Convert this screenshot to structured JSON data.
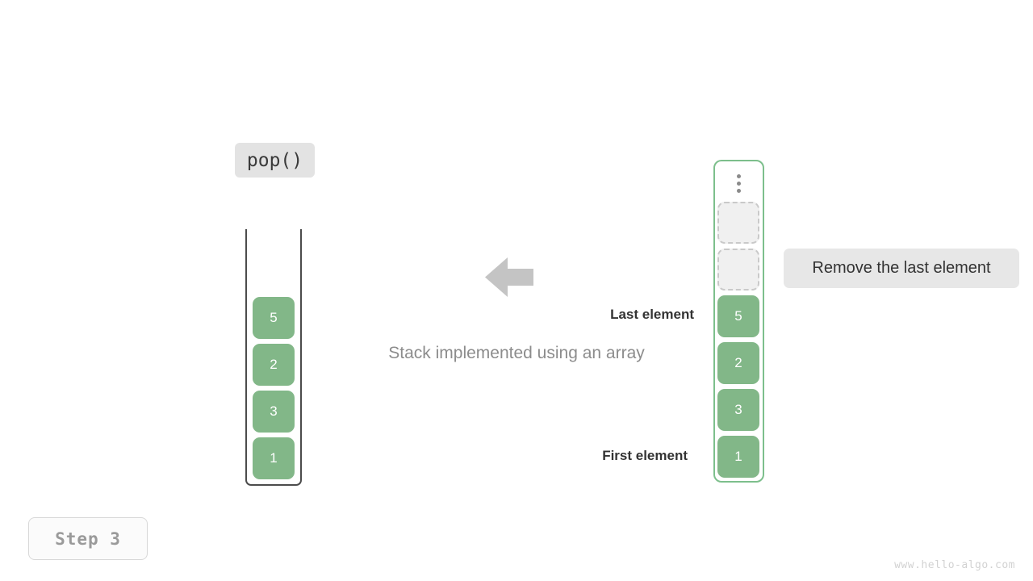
{
  "operation": {
    "label": "pop()"
  },
  "stack": {
    "title": "stack-container",
    "items": [
      {
        "value": "1"
      },
      {
        "value": "3"
      },
      {
        "value": "2"
      },
      {
        "value": "5"
      }
    ]
  },
  "arrow": {
    "icon": "arrow-left-icon",
    "color": "#c4c4c4"
  },
  "caption": {
    "text": "Stack implemented using an array"
  },
  "annotations": {
    "last_element": "Last element",
    "first_element": "First element"
  },
  "array": {
    "ellipsis_icon": "vertical-ellipsis-icon",
    "empty_slots": 2,
    "items": [
      {
        "value": "1"
      },
      {
        "value": "3"
      },
      {
        "value": "2"
      },
      {
        "value": "5"
      }
    ]
  },
  "tooltip": {
    "text": "Remove the last element"
  },
  "step": {
    "label": "Step 3"
  },
  "watermark": {
    "text": "www.hello-algo.com"
  },
  "colors": {
    "element_fill": "#82b788",
    "element_text": "#ffffff",
    "array_border": "#7dbf8c",
    "stack_wall": "#4c4c4c",
    "empty_slot_fill": "#f0f0f0",
    "empty_slot_border": "#c9c9c9",
    "badge_bg": "#e3e3e3",
    "tooltip_bg": "#e7e7e7",
    "caption_text": "#8c8c8c",
    "annotation_text": "#333333",
    "step_text": "#9a9a9a",
    "watermark_text": "#d2d2d2",
    "arrow": "#c4c4c4"
  }
}
